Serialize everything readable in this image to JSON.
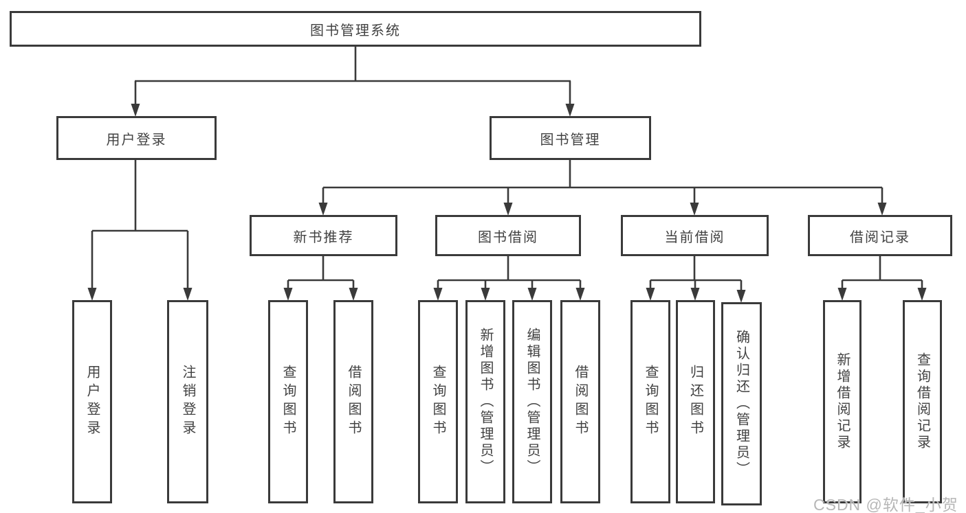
{
  "diagram_title": "图书管理系统",
  "tree": {
    "label": "图书管理系统",
    "children": [
      {
        "label": "用户登录",
        "children": [
          {
            "label": "用户登录"
          },
          {
            "label": "注销登录"
          }
        ]
      },
      {
        "label": "图书管理",
        "children": [
          {
            "label": "新书推荐",
            "children": [
              {
                "label": "查询图书"
              },
              {
                "label": "借阅图书"
              }
            ]
          },
          {
            "label": "图书借阅",
            "children": [
              {
                "label": "查询图书"
              },
              {
                "label": "新增图书（管理员）"
              },
              {
                "label": "编辑图书（管理员）"
              },
              {
                "label": "借阅图书"
              }
            ]
          },
          {
            "label": "当前借阅",
            "children": [
              {
                "label": "查询图书"
              },
              {
                "label": "归还图书"
              },
              {
                "label": "确认归还（管理员）"
              }
            ]
          },
          {
            "label": "借阅记录",
            "children": [
              {
                "label": "新增借阅记录"
              },
              {
                "label": "查询借阅记录"
              }
            ]
          }
        ]
      }
    ]
  },
  "watermark": {
    "text": "CSDN @软件_小贺同学"
  },
  "colors": {
    "line": "#3a3a3a",
    "text": "#424242",
    "watermark": "#b7b7b7",
    "background": "#ffffff"
  }
}
